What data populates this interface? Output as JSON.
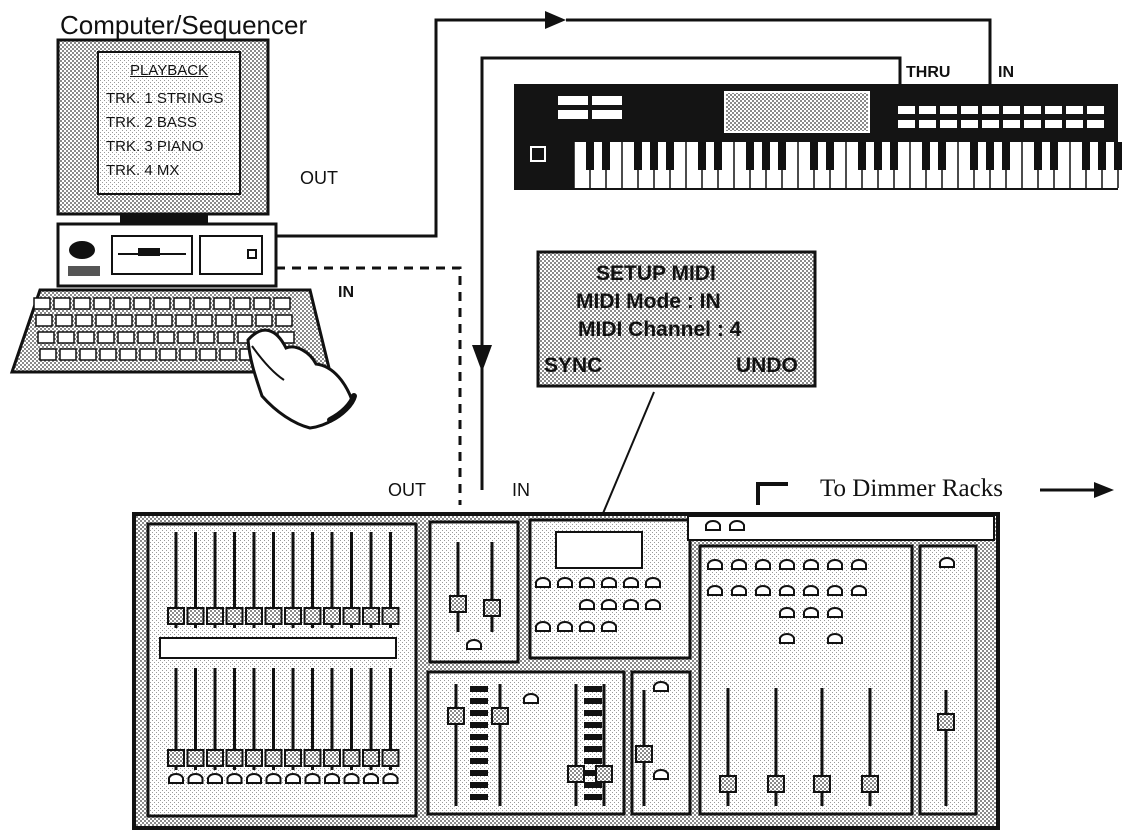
{
  "labels": {
    "computer_title": "Computer/Sequencer",
    "keyboard_thru": "THRU",
    "keyboard_in": "IN",
    "computer_out": "OUT",
    "computer_in": "IN",
    "console_out": "OUT",
    "console_in": "IN",
    "dimmer_racks": "To Dimmer Racks"
  },
  "monitor_screen": {
    "heading": "PLAYBACK",
    "tracks": [
      "TRK. 1 STRINGS",
      "TRK. 2 BASS",
      "TRK. 3 PIANO",
      "TRK. 4 MX"
    ]
  },
  "midi_display": {
    "title": "SETUP MIDI",
    "mode_line": "MIDI Mode : IN",
    "channel_line": "MIDI Channel : 4",
    "left_softkey": "SYNC",
    "right_softkey": "UNDO"
  },
  "colors": {
    "ink": "#111111",
    "halftone_grey": "#c9c9c9",
    "keyboard_body": "#141414",
    "paper": "#ffffff"
  }
}
